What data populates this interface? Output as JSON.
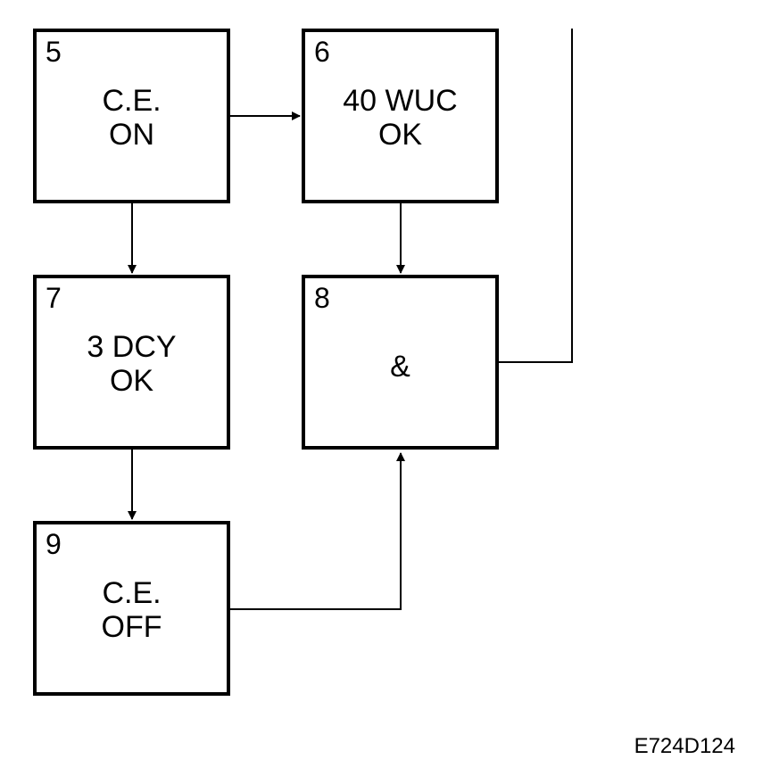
{
  "colors": {
    "stroke": "#000000",
    "background": "#ffffff"
  },
  "boxes": {
    "b5": {
      "number": "5",
      "line1": "C.E.",
      "line2": "ON"
    },
    "b6": {
      "number": "6",
      "line1": "40 WUC",
      "line2": "OK"
    },
    "b7": {
      "number": "7",
      "line1": "3 DCY",
      "line2": "OK"
    },
    "b8": {
      "number": "8",
      "line1": "&"
    },
    "b9": {
      "number": "9",
      "line1": "C.E.",
      "line2": "OFF"
    }
  },
  "figure_id": "E724D124"
}
